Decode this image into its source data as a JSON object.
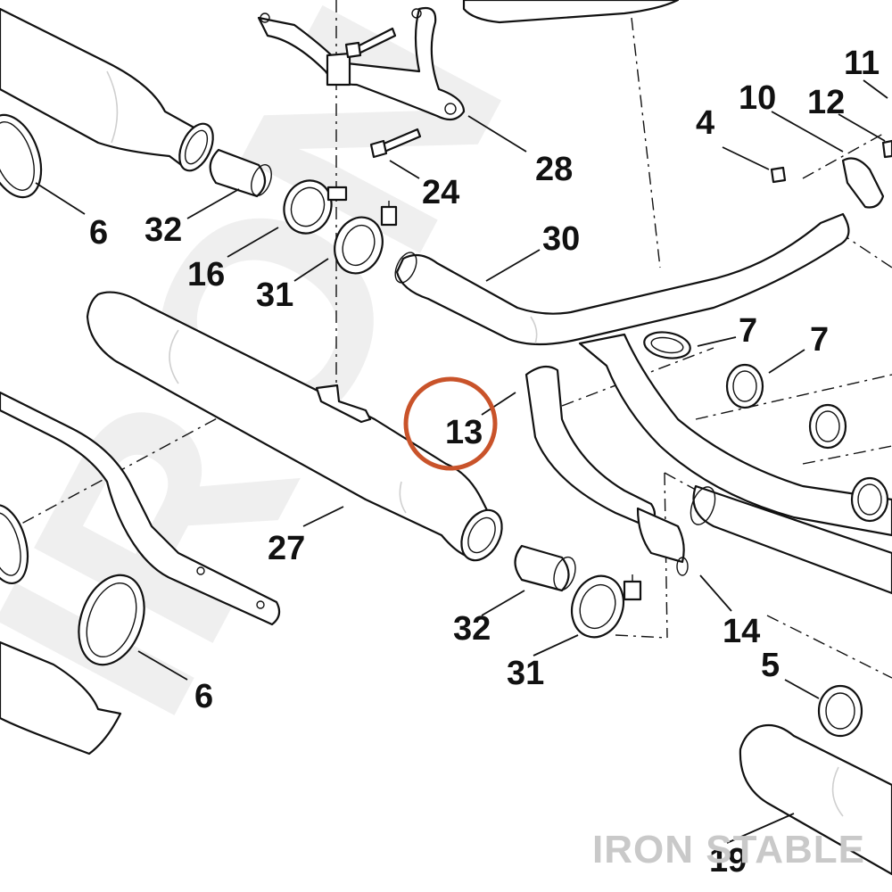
{
  "diagram": {
    "watermark_text": "IRON STABLE",
    "brand_mark": "IRON STABLE",
    "highlight_color": "#c9532a",
    "highlighted_part": "13",
    "callouts": [
      {
        "id": "c-28",
        "label": "28"
      },
      {
        "id": "c-24",
        "label": "24"
      },
      {
        "id": "c-30",
        "label": "30"
      },
      {
        "id": "c-32a",
        "label": "32"
      },
      {
        "id": "c-16",
        "label": "16"
      },
      {
        "id": "c-31a",
        "label": "31"
      },
      {
        "id": "c-6a",
        "label": "6"
      },
      {
        "id": "c-4",
        "label": "4"
      },
      {
        "id": "c-10",
        "label": "10"
      },
      {
        "id": "c-11",
        "label": "11"
      },
      {
        "id": "c-12",
        "label": "12"
      },
      {
        "id": "c-7a",
        "label": "7"
      },
      {
        "id": "c-7b",
        "label": "7"
      },
      {
        "id": "c-13",
        "label": "13"
      },
      {
        "id": "c-27",
        "label": "27"
      },
      {
        "id": "c-32b",
        "label": "32"
      },
      {
        "id": "c-31b",
        "label": "31"
      },
      {
        "id": "c-14",
        "label": "14"
      },
      {
        "id": "c-5",
        "label": "5"
      },
      {
        "id": "c-6b",
        "label": "6"
      },
      {
        "id": "c-19",
        "label": "19"
      }
    ]
  }
}
